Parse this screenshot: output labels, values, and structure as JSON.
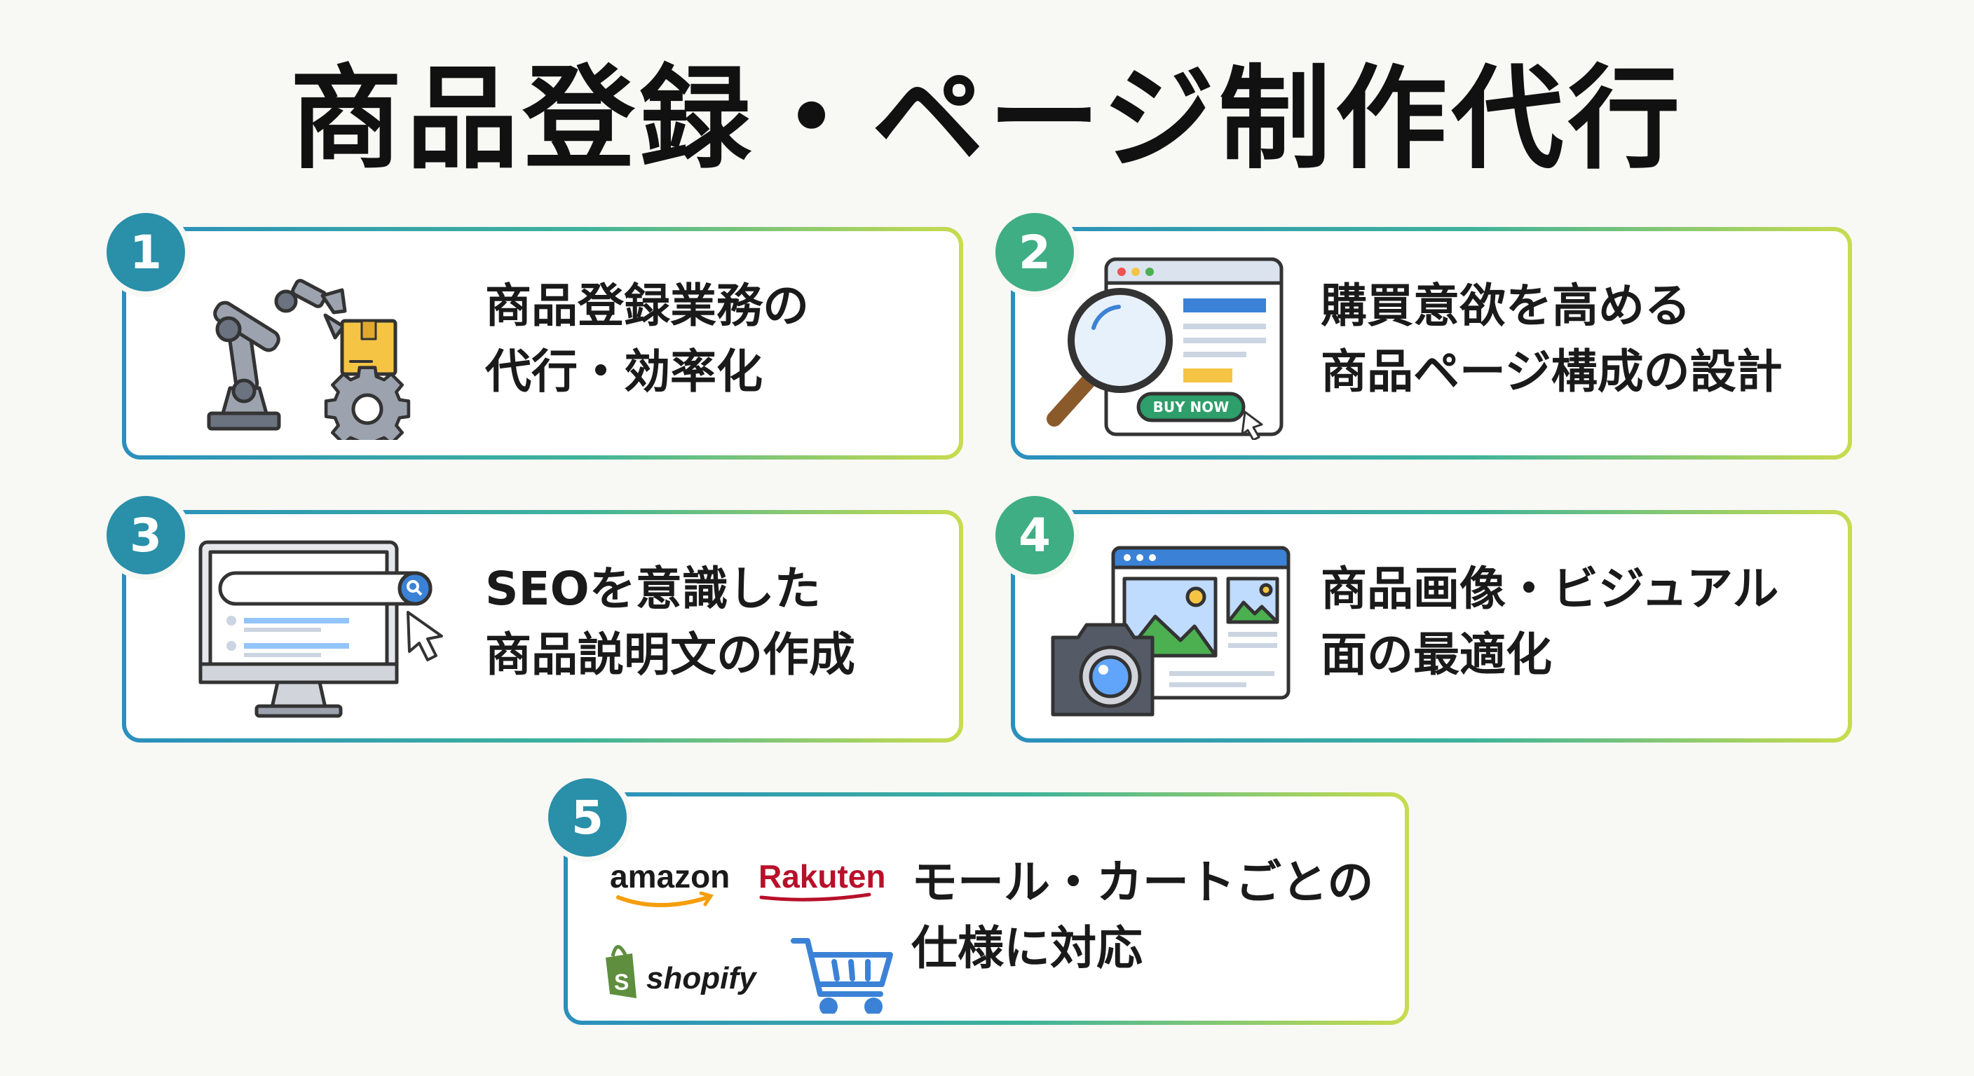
{
  "title": "商品登録・ページ制作代行",
  "cards": [
    {
      "number": "1",
      "line1": "商品登録業務の",
      "line2": "代行・効率化"
    },
    {
      "number": "2",
      "line1": "購買意欲を高める",
      "line2": "商品ページ構成の設計",
      "button_text": "BUY NOW"
    },
    {
      "number": "3",
      "line1": "SEOを意識した",
      "line2": "商品説明文の作成"
    },
    {
      "number": "4",
      "line1": "商品画像・ビジュアル",
      "line2": "面の最適化"
    },
    {
      "number": "5",
      "line1": "モール・カートごとの",
      "line2": "仕様に対応",
      "logos": {
        "amazon": "amazon",
        "rakuten": "Rakuten",
        "shopify": "shopify"
      }
    }
  ],
  "icons": [
    "robot-arm-icon",
    "magnifier-webpage-icon",
    "monitor-search-icon",
    "camera-gallery-icon",
    "shopping-cart-icon"
  ],
  "colors": {
    "badge_teal": "#2a8fa8",
    "badge_green": "#3fae84",
    "border_start": "#2a8fbd",
    "border_end": "#c8dc4e",
    "accent_blue": "#3b82d6",
    "accent_yellow": "#f6c445"
  }
}
